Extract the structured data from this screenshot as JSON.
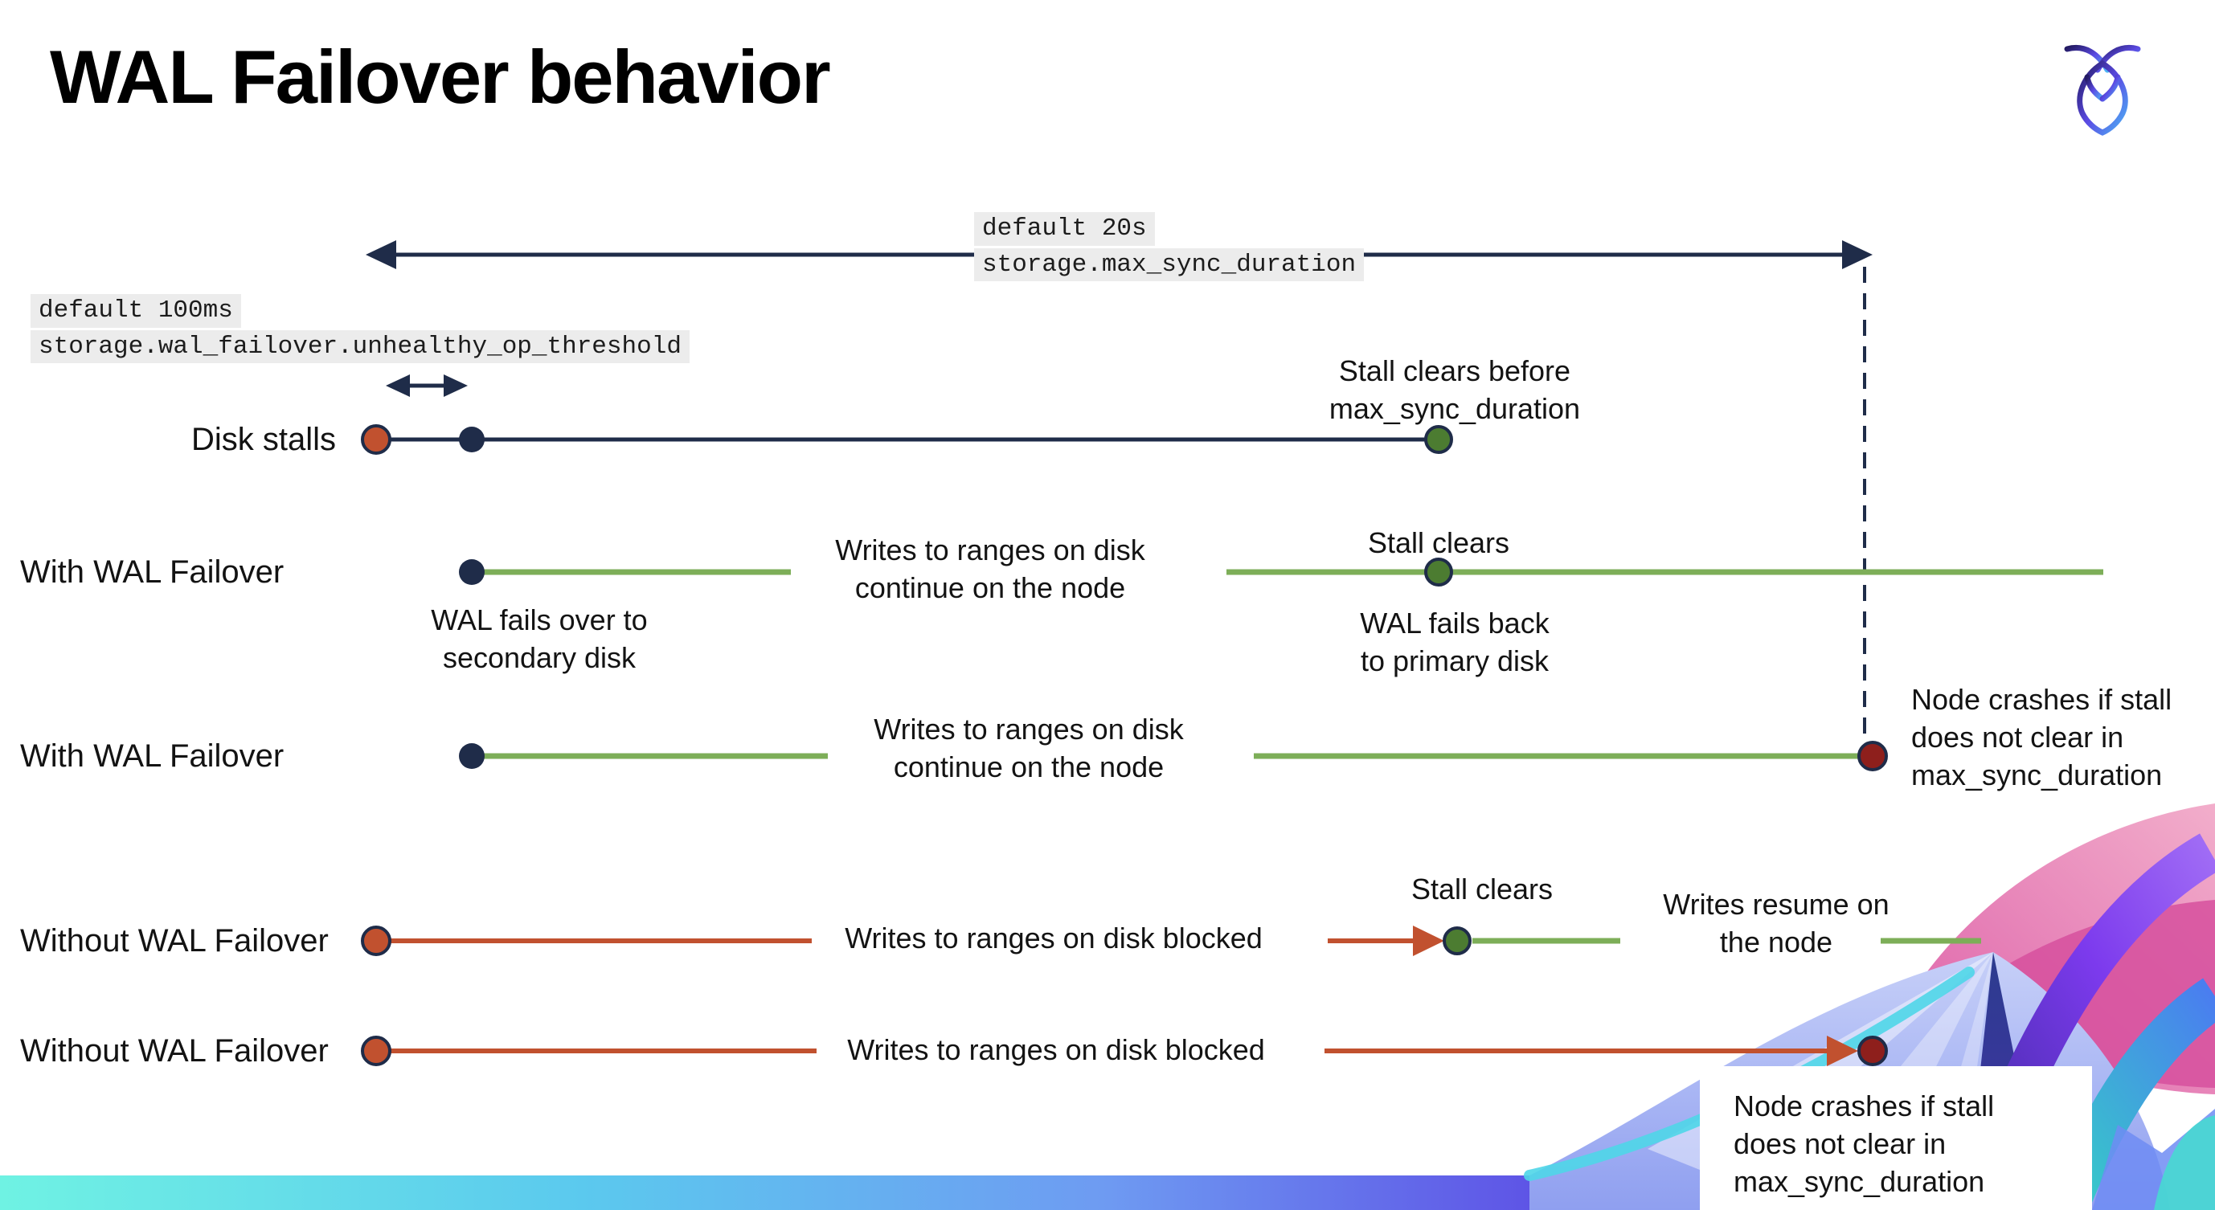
{
  "slide": {
    "title": "WAL Failover behavior"
  },
  "settings": {
    "max_sync_duration": {
      "default_line": "default 20s",
      "setting_line": "storage.max_sync_duration"
    },
    "unhealthy_op_threshold": {
      "default_line": "default 100ms",
      "setting_line": "storage.wal_failover.unhealthy_op_threshold"
    }
  },
  "rows": {
    "disk_stalls": {
      "label": "Disk stalls",
      "note_stall_clears_before": "Stall clears before\nmax_sync_duration"
    },
    "with_failover_1": {
      "label": "With WAL Failover",
      "note_fails_over": "WAL fails over to\nsecondary disk",
      "note_writes_continue": "Writes to ranges on disk\ncontinue on the node",
      "note_stall_clears": "Stall clears",
      "note_fails_back": "WAL fails  back\nto primary disk"
    },
    "with_failover_2": {
      "label": "With WAL Failover",
      "note_writes_continue": "Writes to ranges on disk\ncontinue on the node",
      "note_node_crashes": "Node crashes if stall\ndoes not clear in\nmax_sync_duration"
    },
    "without_failover_1": {
      "label": "Without WAL Failover",
      "note_writes_blocked": "Writes to ranges on disk  blocked",
      "note_stall_clears": "Stall clears",
      "note_writes_resume": "Writes resume on\nthe node"
    },
    "without_failover_2": {
      "label": "Without WAL Failover",
      "note_writes_blocked": "Writes to ranges on disk  blocked",
      "note_node_crashes": "Node crashes if stall\ndoes not clear in\nmax_sync_duration"
    }
  },
  "colors": {
    "navy": "#1f2c49",
    "green_line": "#7dae58",
    "green_dot": "#4c7c31",
    "red_orange": "#c1512f",
    "dark_red": "#8e1f1c",
    "code_bg": "#ececec",
    "bar_gradient": [
      "#6ff2e3",
      "#5bc9ee",
      "#6e9bf2",
      "#5e54e6"
    ]
  }
}
